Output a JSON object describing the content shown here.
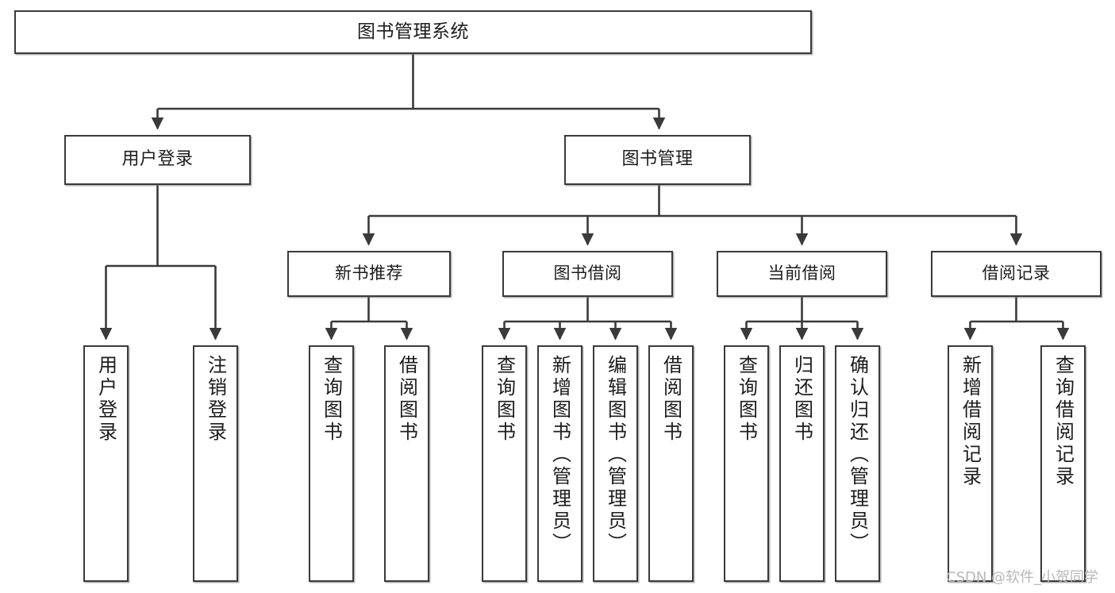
{
  "diagram": {
    "type": "tree-hierarchy-chart",
    "title": "图书管理系统",
    "line_color": "#3a3a3a",
    "box_fill": "#ffffff",
    "text_color": "#1c1c1c",
    "root": {
      "id": "root",
      "label": "图书管理系统",
      "orientation": "horizontal"
    },
    "level2": [
      {
        "id": "user-login",
        "label": "用户登录",
        "orientation": "horizontal"
      },
      {
        "id": "book-manage",
        "label": "图书管理",
        "orientation": "horizontal"
      }
    ],
    "level3": [
      {
        "id": "new-book-recommend",
        "label": "新书推荐",
        "orientation": "horizontal",
        "parent": "book-manage"
      },
      {
        "id": "book-borrow",
        "label": "图书借阅",
        "orientation": "horizontal",
        "parent": "book-manage"
      },
      {
        "id": "current-borrow",
        "label": "当前借阅",
        "orientation": "horizontal",
        "parent": "book-manage"
      },
      {
        "id": "borrow-record",
        "label": "借阅记录",
        "orientation": "horizontal",
        "parent": "book-manage"
      }
    ],
    "leaves": [
      {
        "id": "leaf-user-login",
        "label": "用户登录",
        "parent": "user-login",
        "orientation": "vertical"
      },
      {
        "id": "leaf-user-logout",
        "label": "注销登录",
        "parent": "user-login",
        "orientation": "vertical"
      },
      {
        "id": "leaf-query-book-1",
        "label": "查询图书",
        "parent": "new-book-recommend",
        "orientation": "vertical"
      },
      {
        "id": "leaf-borrow-book-1",
        "label": "借阅图书",
        "parent": "new-book-recommend",
        "orientation": "vertical"
      },
      {
        "id": "leaf-query-book-2",
        "label": "查询图书",
        "parent": "book-borrow",
        "orientation": "vertical"
      },
      {
        "id": "leaf-add-book",
        "label": "新增图书（管理员）",
        "parent": "book-borrow",
        "orientation": "vertical"
      },
      {
        "id": "leaf-edit-book",
        "label": "编辑图书（管理员）",
        "parent": "book-borrow",
        "orientation": "vertical"
      },
      {
        "id": "leaf-borrow-book-2",
        "label": "借阅图书",
        "parent": "book-borrow",
        "orientation": "vertical"
      },
      {
        "id": "leaf-query-book-3",
        "label": "查询图书",
        "parent": "current-borrow",
        "orientation": "vertical"
      },
      {
        "id": "leaf-return-book",
        "label": "归还图书",
        "parent": "current-borrow",
        "orientation": "vertical"
      },
      {
        "id": "leaf-confirm-return",
        "label": "确认归还（管理员）",
        "parent": "current-borrow",
        "orientation": "vertical"
      },
      {
        "id": "leaf-add-record",
        "label": "新增借阅记录",
        "parent": "borrow-record",
        "orientation": "vertical"
      },
      {
        "id": "leaf-query-record",
        "label": "查询借阅记录",
        "parent": "borrow-record",
        "orientation": "vertical"
      }
    ]
  },
  "watermark": {
    "text": "CSDN @软件_小贺同学"
  }
}
